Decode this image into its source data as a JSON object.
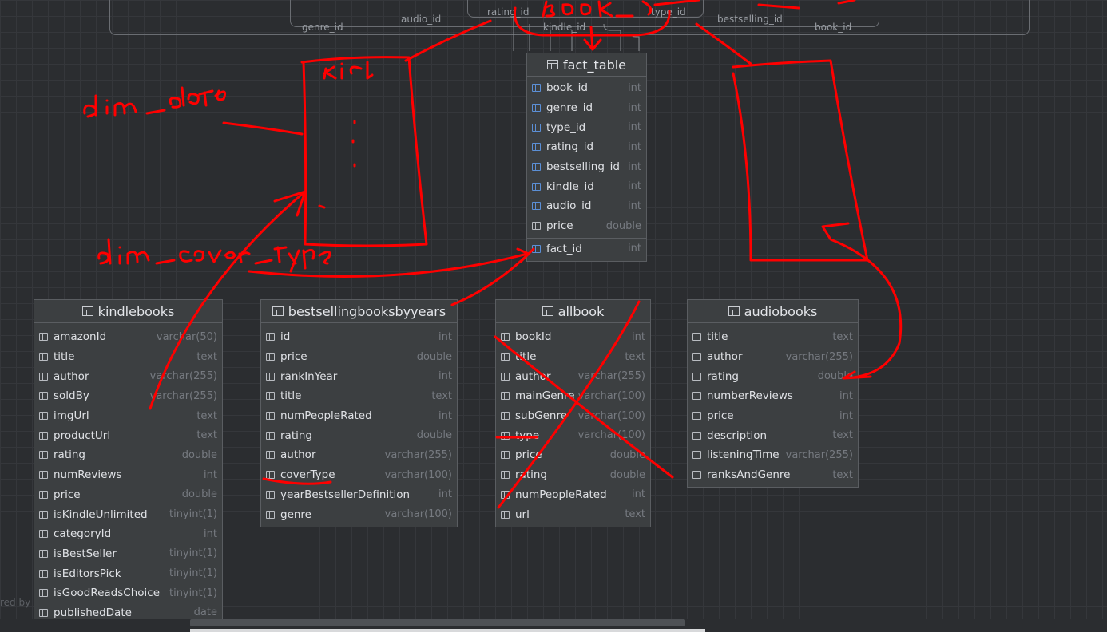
{
  "edge_labels": {
    "audio_id": "audio_id",
    "rating_id": "rating_id",
    "genre_id": "genre_id",
    "kindle_id": "kindle_id",
    "type_id": "type_id",
    "bestselling_id": "bestselling_id",
    "book_id": "book_id"
  },
  "fact_table": {
    "name": "fact_table",
    "columns": [
      {
        "name": "book_id",
        "type": "int"
      },
      {
        "name": "genre_id",
        "type": "int"
      },
      {
        "name": "type_id",
        "type": "int"
      },
      {
        "name": "rating_id",
        "type": "int"
      },
      {
        "name": "bestselling_id",
        "type": "int"
      },
      {
        "name": "kindle_id",
        "type": "int"
      },
      {
        "name": "audio_id",
        "type": "int"
      },
      {
        "name": "price",
        "type": "double"
      }
    ],
    "key_column": {
      "name": "fact_id",
      "type": "int"
    }
  },
  "kindlebooks": {
    "name": "kindlebooks",
    "columns": [
      {
        "name": "amazonId",
        "type": "varchar(50)"
      },
      {
        "name": "title",
        "type": "text"
      },
      {
        "name": "author",
        "type": "varchar(255)"
      },
      {
        "name": "soldBy",
        "type": "varchar(255)"
      },
      {
        "name": "imgUrl",
        "type": "text"
      },
      {
        "name": "productUrl",
        "type": "text"
      },
      {
        "name": "rating",
        "type": "double"
      },
      {
        "name": "numReviews",
        "type": "int"
      },
      {
        "name": "price",
        "type": "double"
      },
      {
        "name": "isKindleUnlimited",
        "type": "tinyint(1)"
      },
      {
        "name": "categoryId",
        "type": "int"
      },
      {
        "name": "isBestSeller",
        "type": "tinyint(1)"
      },
      {
        "name": "isEditorsPick",
        "type": "tinyint(1)"
      },
      {
        "name": "isGoodReadsChoice",
        "type": "tinyint(1)"
      },
      {
        "name": "publishedDate",
        "type": "date"
      }
    ]
  },
  "bestsellingbooksbyyears": {
    "name": "bestsellingbooksbyyears",
    "columns": [
      {
        "name": "id",
        "type": "int"
      },
      {
        "name": "price",
        "type": "double"
      },
      {
        "name": "rankInYear",
        "type": "int"
      },
      {
        "name": "title",
        "type": "text"
      },
      {
        "name": "numPeopleRated",
        "type": "int"
      },
      {
        "name": "rating",
        "type": "double"
      },
      {
        "name": "author",
        "type": "varchar(255)"
      },
      {
        "name": "coverType",
        "type": "varchar(100)"
      },
      {
        "name": "yearBestsellerDefinition",
        "type": "int"
      },
      {
        "name": "genre",
        "type": "varchar(100)"
      }
    ]
  },
  "allbook": {
    "name": "allbook",
    "columns": [
      {
        "name": "bookId",
        "type": "int"
      },
      {
        "name": "title",
        "type": "text"
      },
      {
        "name": "author",
        "type": "varchar(255)"
      },
      {
        "name": "mainGenre",
        "type": "varchar(100)"
      },
      {
        "name": "subGenre",
        "type": "varchar(100)"
      },
      {
        "name": "type",
        "type": "varchar(100)"
      },
      {
        "name": "price",
        "type": "double"
      },
      {
        "name": "rating",
        "type": "double"
      },
      {
        "name": "numPeopleRated",
        "type": "int"
      },
      {
        "name": "url",
        "type": "text"
      }
    ]
  },
  "audiobooks": {
    "name": "audiobooks",
    "columns": [
      {
        "name": "title",
        "type": "text"
      },
      {
        "name": "author",
        "type": "varchar(255)"
      },
      {
        "name": "rating",
        "type": "double"
      },
      {
        "name": "numberReviews",
        "type": "int"
      },
      {
        "name": "price",
        "type": "int"
      },
      {
        "name": "description",
        "type": "text"
      },
      {
        "name": "listeningTime",
        "type": "varchar(255)"
      },
      {
        "name": "ranksAndGenre",
        "type": "text"
      }
    ]
  },
  "handwritten": {
    "dim_date": "dim_date",
    "dim_cover_type": "dim_cover_type",
    "kid": "kid",
    "book": "Book_"
  },
  "watermark": "red by",
  "colors": {
    "background": "#2b2d30",
    "table_bg": "#3c3f41",
    "fk_icon": "#5b8fd6",
    "annotation": "#ff0000"
  }
}
